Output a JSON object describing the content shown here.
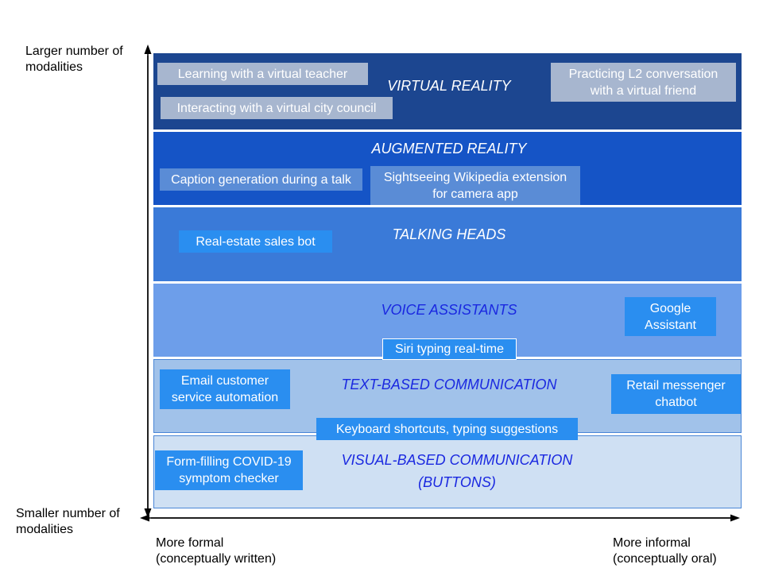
{
  "axes": {
    "y_top": "Larger number of\nmodalities",
    "y_bottom": "Smaller number of\nmodalities",
    "x_left": "More formal\n(conceptually written)",
    "x_right": "More informal\n(conceptually oral)"
  },
  "bands": [
    {
      "title": "VIRTUAL REALITY",
      "color": "#1c4690",
      "title_color": "#ffffff"
    },
    {
      "title": "AUGMENTED REALITY",
      "color": "#1554c6",
      "title_color": "#ffffff"
    },
    {
      "title": "TALKING HEADS",
      "color": "#3a7ad8",
      "title_color": "#ffffff"
    },
    {
      "title": "VOICE ASSISTANTS",
      "color": "#6d9eea",
      "title_color": "#1a28e0"
    },
    {
      "title": "TEXT-BASED COMMUNICATION",
      "color": "#a1c2ea",
      "title_color": "#1a28e0"
    },
    {
      "title": "VISUAL-BASED COMMUNICATION\n(BUTTONS)",
      "color": "#cfe0f3",
      "title_color": "#1a28e0"
    }
  ],
  "examples": {
    "vr_teacher": "Learning with a virtual teacher",
    "vr_council": "Interacting with a virtual city council",
    "vr_l2": "Practicing L2 conversation\nwith a virtual friend",
    "ar_caption": "Caption generation during a talk",
    "ar_wiki": "Sightseeing Wikipedia extension\nfor camera app",
    "th_realestate": "Real-estate sales bot",
    "va_google": "Google\nAssistant",
    "va_siri": "Siri typing real-time",
    "tb_email": "Email customer\nservice automation",
    "tb_retail": "Retail messenger\nchatbot",
    "tb_keyboard": "Keyboard shortcuts, typing suggestions",
    "vb_covid": "Form-filling COVID-19\nsymptom checker"
  },
  "colors": {
    "gray_box": "#a7b6cf",
    "blue_box": "#2196f3"
  }
}
